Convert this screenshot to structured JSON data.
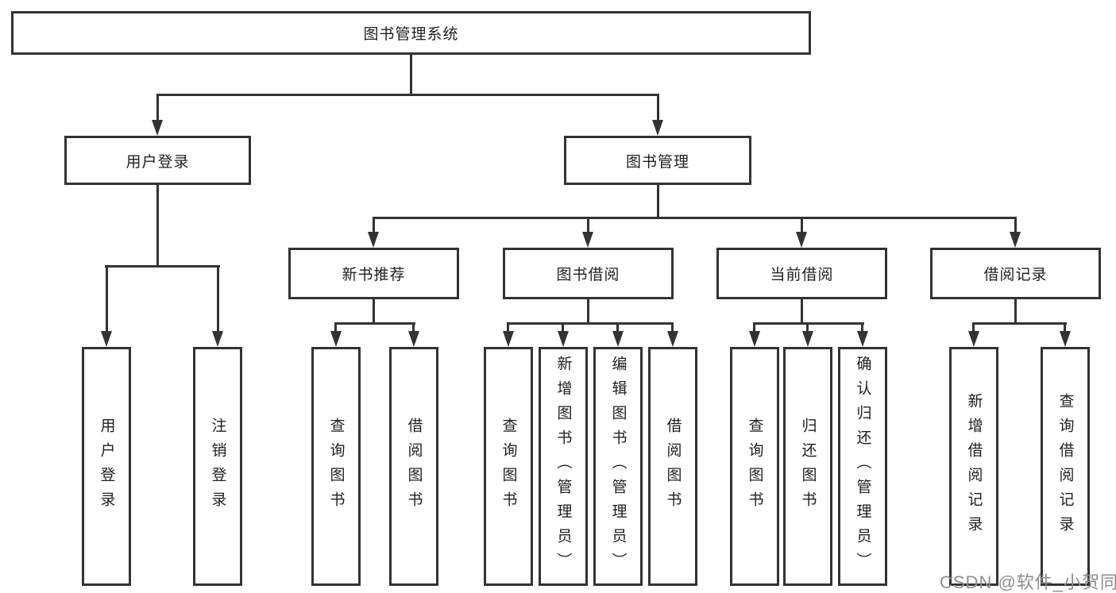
{
  "diagram": {
    "root": {
      "label": "图书管理系统"
    },
    "branches": [
      {
        "label": "用户登录",
        "children": [
          {
            "label": "用户登录"
          },
          {
            "label": "注销登录"
          }
        ]
      },
      {
        "label": "图书管理",
        "children": [
          {
            "label": "新书推荐",
            "children": [
              {
                "label": "查询图书"
              },
              {
                "label": "借阅图书"
              }
            ]
          },
          {
            "label": "图书借阅",
            "children": [
              {
                "label": "查询图书"
              },
              {
                "label": "新增图书（管理员）"
              },
              {
                "label": "编辑图书（管理员）"
              },
              {
                "label": "借阅图书"
              }
            ]
          },
          {
            "label": "当前借阅",
            "children": [
              {
                "label": "查询图书"
              },
              {
                "label": "归还图书"
              },
              {
                "label": "确认归还（管理员）"
              }
            ]
          },
          {
            "label": "借阅记录",
            "children": [
              {
                "label": "新增借阅记录"
              },
              {
                "label": "查询借阅记录"
              }
            ]
          }
        ]
      }
    ]
  },
  "watermark": {
    "text": "CSDN @软件_小贺同学"
  },
  "colors": {
    "line": "#333333",
    "text": "#1f1f1f",
    "background": "#ffffff",
    "watermark": "#8e8e8e"
  }
}
